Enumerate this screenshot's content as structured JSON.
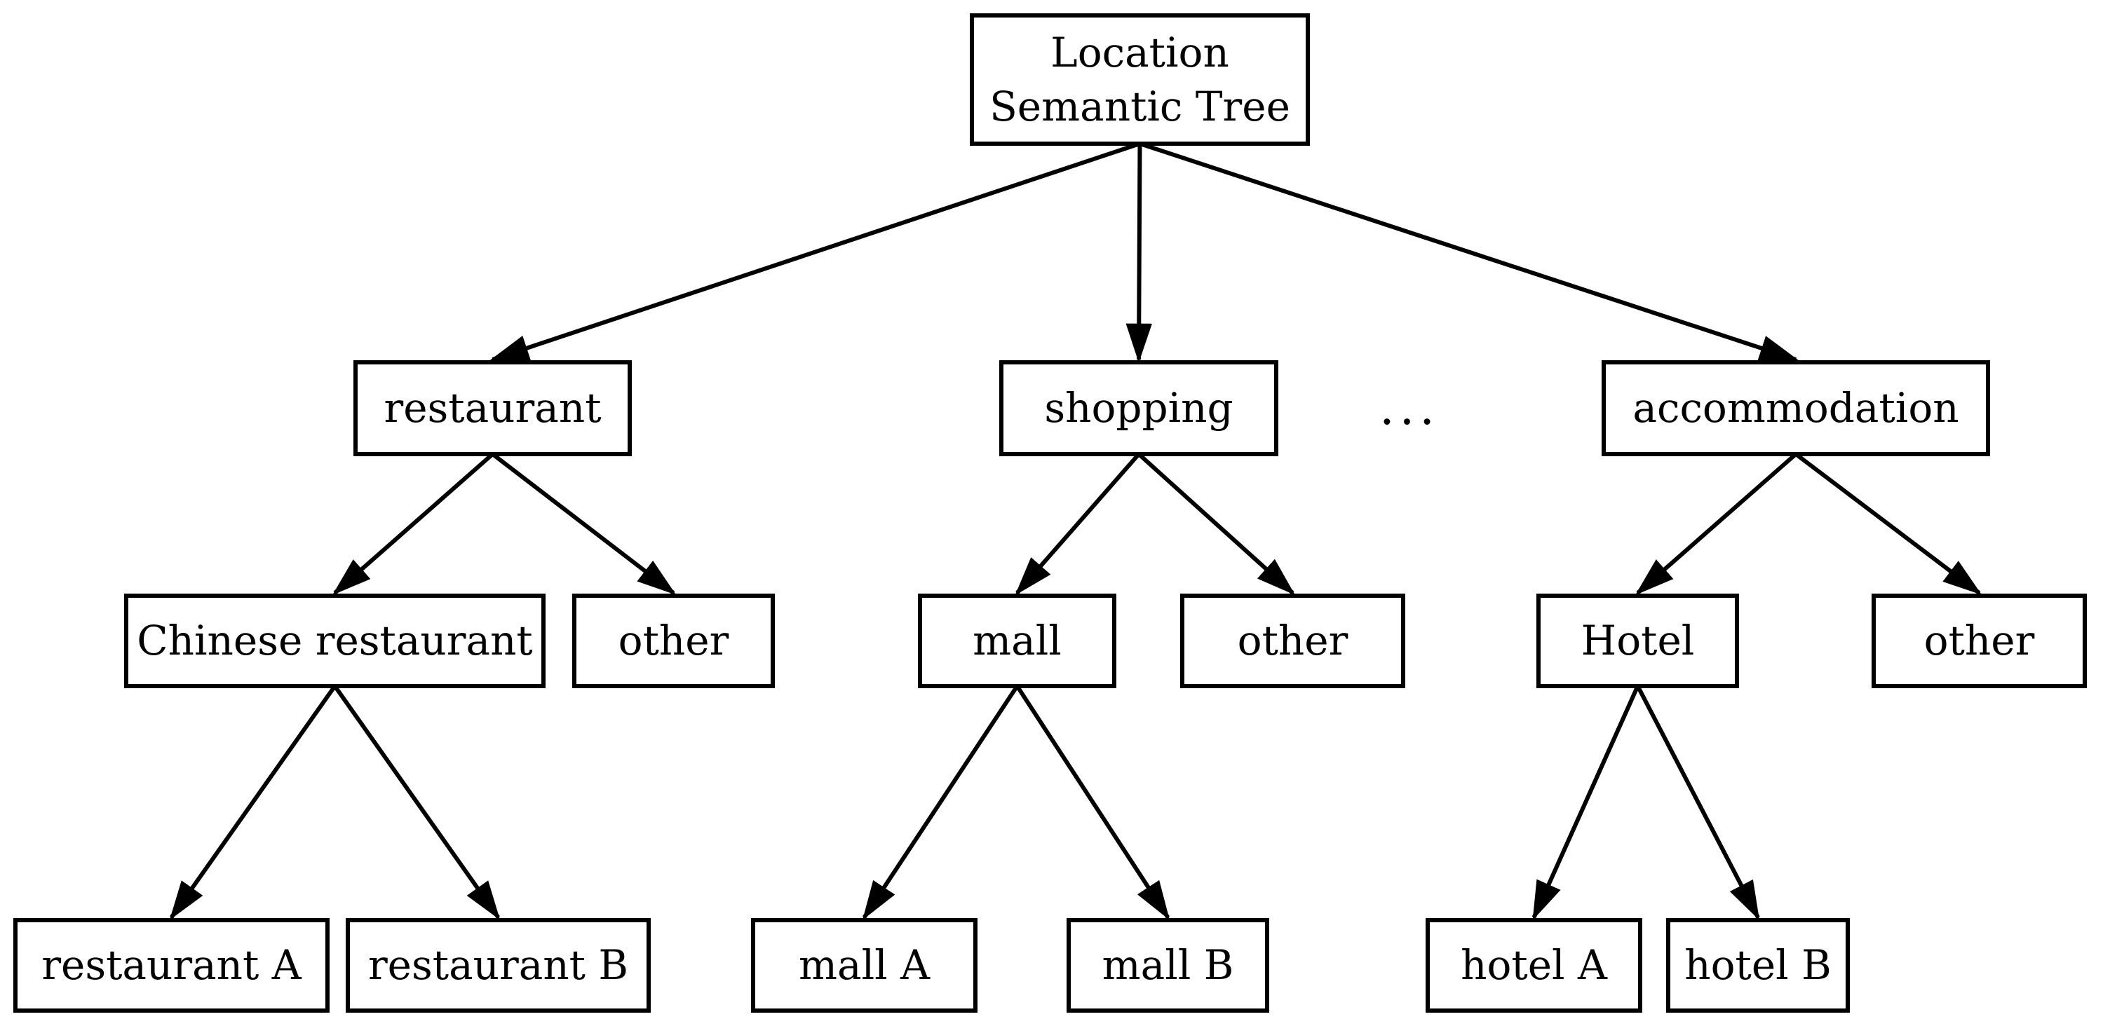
{
  "diagram": {
    "title": "Location Semantic Tree",
    "colors": {
      "ink": "#000000",
      "background": "#ffffff"
    },
    "nodes": {
      "root": {
        "line1": "Location",
        "line2": "Semantic Tree"
      },
      "restaurant": {
        "label": "restaurant"
      },
      "shopping": {
        "label": "shopping"
      },
      "accommodation": {
        "label": "accommodation"
      },
      "ellipsis": {
        "label": "..."
      },
      "chinese_restaurant": {
        "label": "Chinese restaurant"
      },
      "restaurant_other": {
        "label": "other"
      },
      "mall": {
        "label": "mall"
      },
      "shopping_other": {
        "label": "other"
      },
      "hotel": {
        "label": "Hotel"
      },
      "accommodation_other": {
        "label": "other"
      },
      "restaurant_a": {
        "label": "restaurant A"
      },
      "restaurant_b": {
        "label": "restaurant B"
      },
      "mall_a": {
        "label": "mall A"
      },
      "mall_b": {
        "label": "mall B"
      },
      "hotel_a": {
        "label": "hotel A"
      },
      "hotel_b": {
        "label": "hotel B"
      }
    },
    "edges": [
      {
        "from": "root",
        "to": "restaurant"
      },
      {
        "from": "root",
        "to": "shopping"
      },
      {
        "from": "root",
        "to": "accommodation"
      },
      {
        "from": "restaurant",
        "to": "chinese_restaurant"
      },
      {
        "from": "restaurant",
        "to": "restaurant_other"
      },
      {
        "from": "shopping",
        "to": "mall"
      },
      {
        "from": "shopping",
        "to": "shopping_other"
      },
      {
        "from": "accommodation",
        "to": "hotel"
      },
      {
        "from": "accommodation",
        "to": "accommodation_other"
      },
      {
        "from": "chinese_restaurant",
        "to": "restaurant_a"
      },
      {
        "from": "chinese_restaurant",
        "to": "restaurant_b"
      },
      {
        "from": "mall",
        "to": "mall_a"
      },
      {
        "from": "mall",
        "to": "mall_b"
      },
      {
        "from": "hotel",
        "to": "hotel_a"
      },
      {
        "from": "hotel",
        "to": "hotel_b"
      }
    ]
  }
}
